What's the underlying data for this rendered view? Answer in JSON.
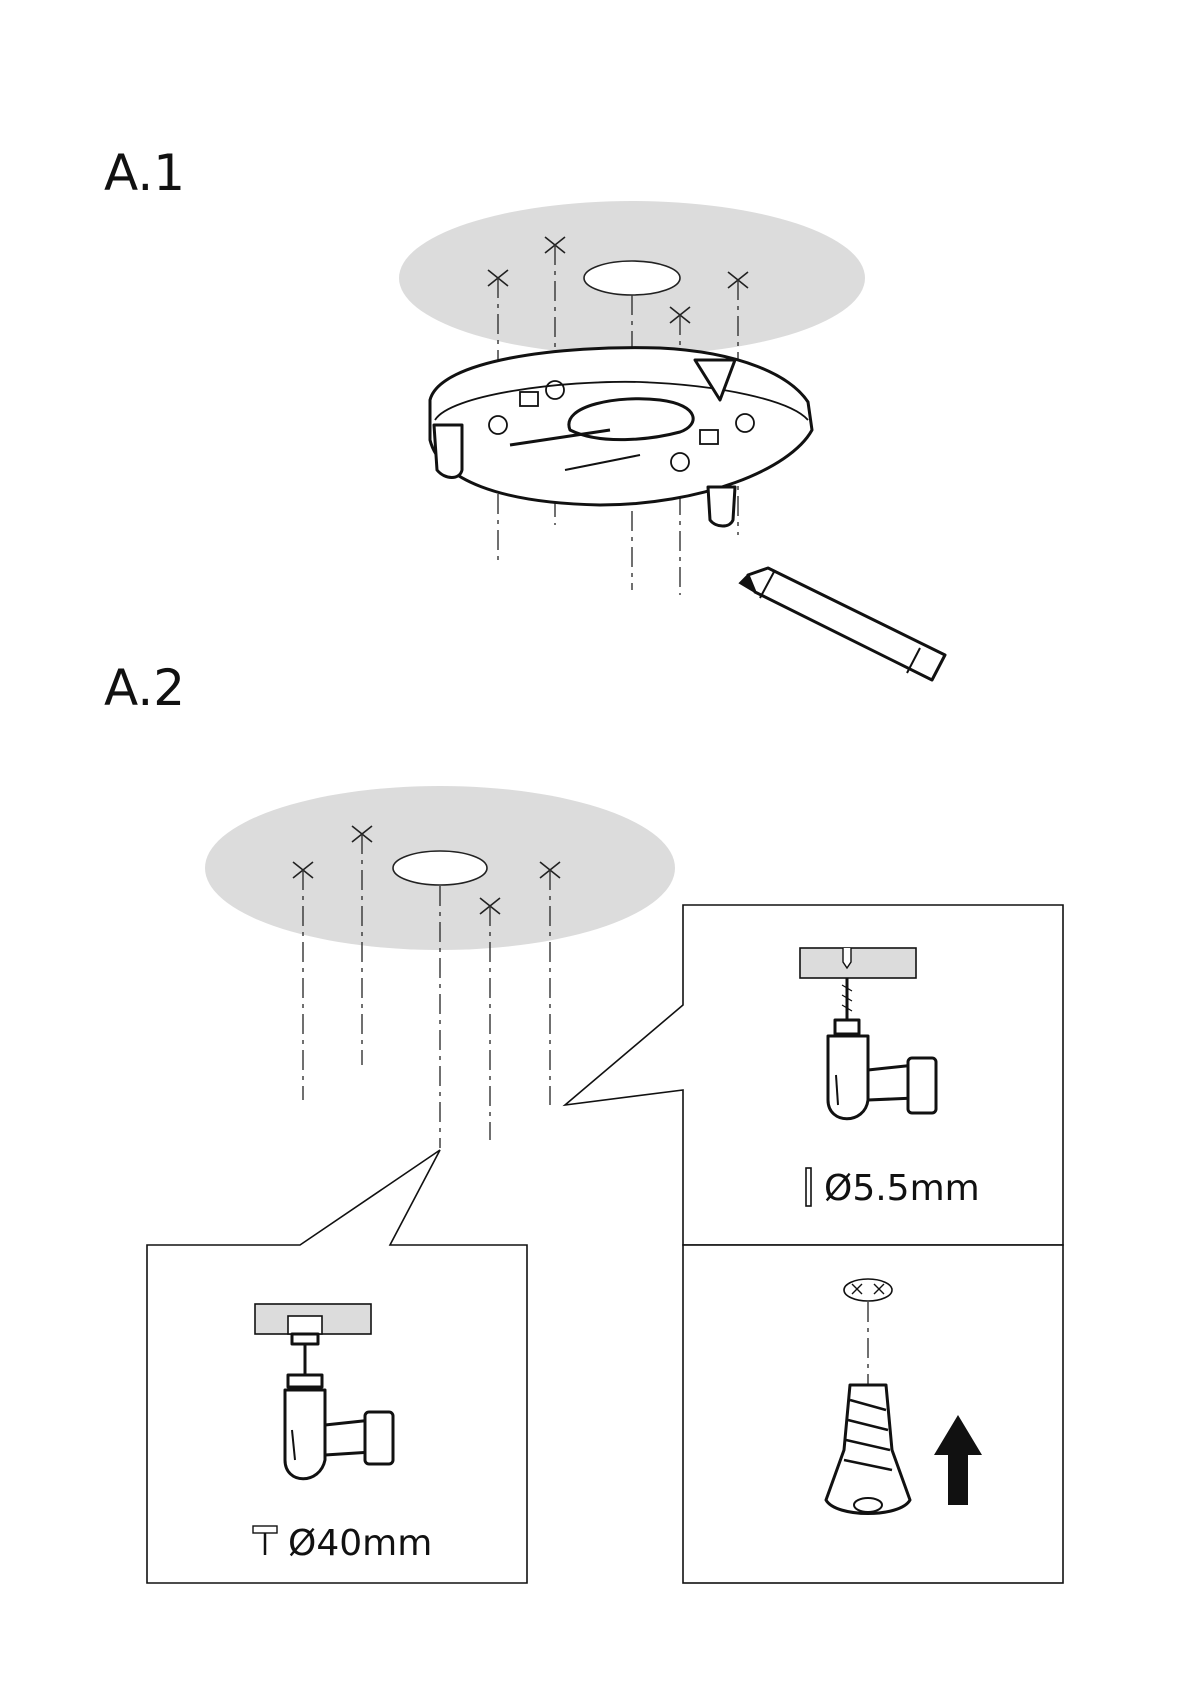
{
  "steps": {
    "a1_label": "A.1",
    "a2_label": "A.2"
  },
  "details": {
    "drill_diameter": "Ø5.5mm",
    "hole_saw_diameter": "Ø40mm"
  },
  "icons": [
    "pencil-icon",
    "drill-icon",
    "hole-saw-icon",
    "wall-anchor-icon",
    "arrow-up-icon",
    "drill-bit-icon"
  ],
  "colors": {
    "ceiling": "#dcdcdc",
    "ink": "#111111"
  }
}
